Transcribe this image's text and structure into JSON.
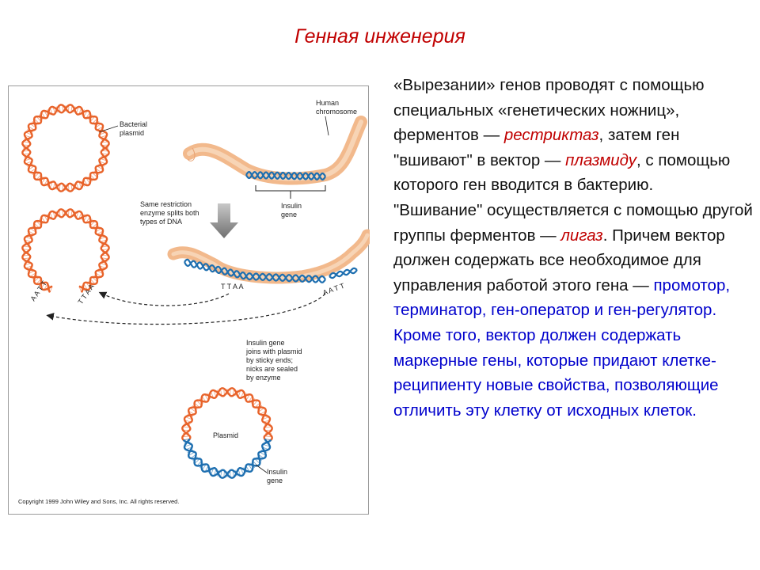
{
  "slide": {
    "title": "Генная инженерия",
    "text": {
      "p1_a": "«Вырезании» генов проводят с помощью специальных «генетических ножниц», ферментов — ",
      "p1_term1": "рестриктаз",
      "p1_b": ", затем ген \"вшивают\" в вектор — ",
      "p1_term2": "плазмиду",
      "p1_c": ", с помощью которого ген вводится в бактерию.",
      "p2_a": "\"Вшивание\" осуществляется с помощью другой группы ферментов — ",
      "p2_term": "лигаз",
      "p2_b": ". Причем вектор должен содержать все необходимое для управления работой этого гена — ",
      "p2_blue": "промотор, терминатор, ген-оператор и ген-регулятор. Кроме того, вектор должен содержать маркерные гены, которые придают клетке-реципиенту новые свойства, позволяющие отличить эту клетку от исходных клеток."
    }
  },
  "figure": {
    "labels": {
      "bacterial_plasmid_1": "Bacterial",
      "bacterial_plasmid_2": "plasmid",
      "human_chromosome_1": "Human",
      "human_chromosome_2": "chromosome",
      "same_restriction_1": "Same restriction",
      "same_restriction_2": "enzyme splits both",
      "same_restriction_3": "types of DNA",
      "insulin_gene_1": "Insulin",
      "insulin_gene_2": "gene",
      "sticky_left_1": "A A T T",
      "sticky_left_2": "T T A A",
      "sticky_right_1": "T T A A",
      "sticky_right_2": "A A T T",
      "joins_1": "Insulin gene",
      "joins_2": "joins with plasmid",
      "joins_3": "by sticky ends;",
      "joins_4": "nicks are sealed",
      "joins_5": "by enzyme",
      "plasmid": "Plasmid",
      "insulin_gene_b1": "Insulin",
      "insulin_gene_b2": "gene",
      "copyright": "Copyright 1999 John Wiley and Sons, Inc. All rights reserved."
    },
    "colors": {
      "plasmid_orange": "#e8632a",
      "insulin_blue": "#1e6fb0",
      "chromosome_tan": "#f2b98c"
    }
  }
}
